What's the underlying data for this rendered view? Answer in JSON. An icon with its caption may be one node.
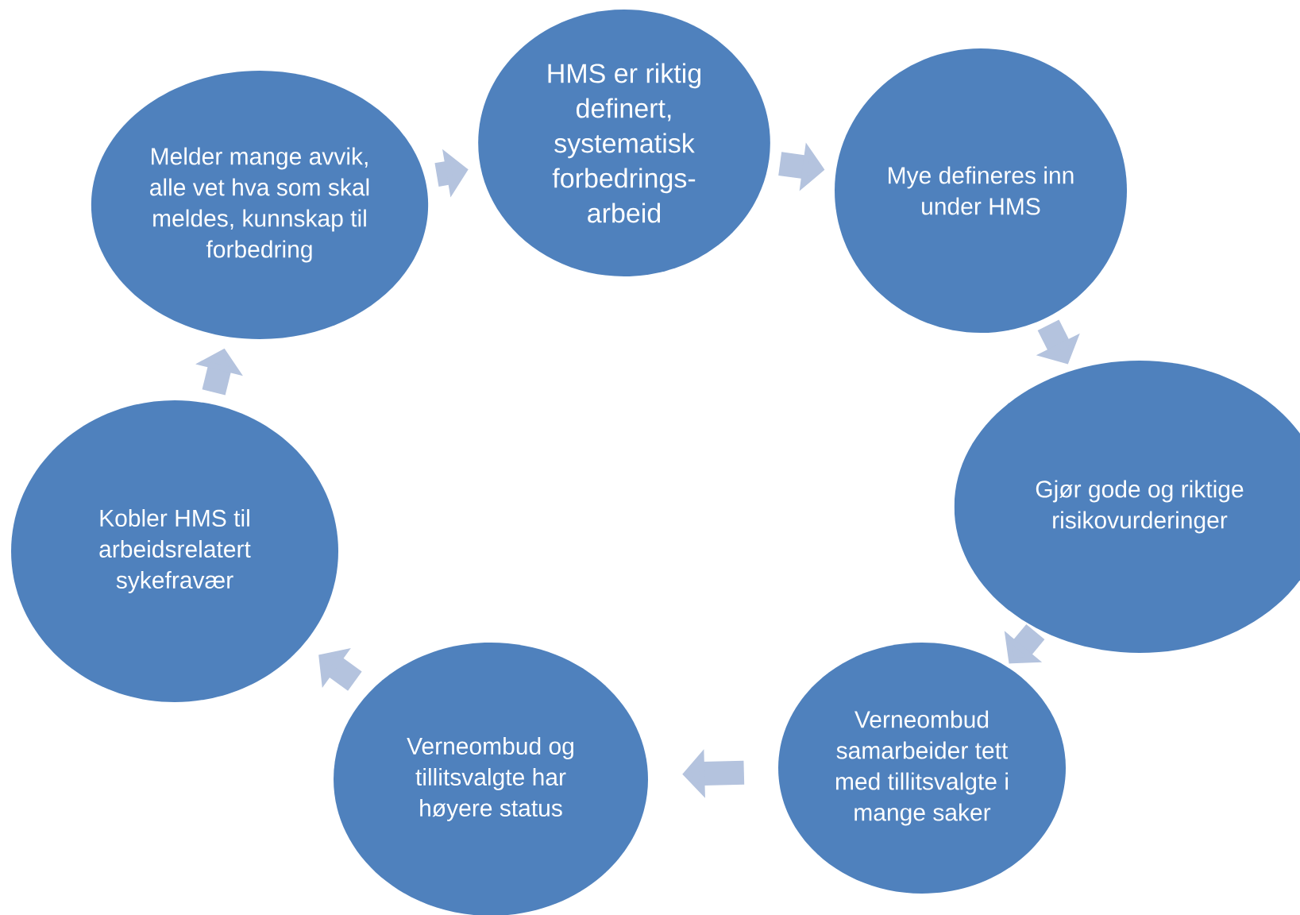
{
  "diagram": {
    "nodes": [
      {
        "text": [
          "Melder mange avvik, alle vet hva som skal meldes, kunnskap til forbedring"
        ]
      },
      {
        "text": [
          "HMS er riktig definert, systematisk forbedrings-arbeid"
        ]
      },
      {
        "text": [
          "Mye defineres inn under HMS"
        ]
      },
      {
        "text": [
          "Gjør gode og riktige risikovurderinger"
        ]
      },
      {
        "text": [
          "Verneombud samarbeider tett med tillitsvalgte i mange saker"
        ]
      },
      {
        "text": [
          "Verneombud og tillitsvalgte har høyere status"
        ]
      },
      {
        "text": [
          "Kobler HMS til arbeidsrelatert sykefravær"
        ]
      }
    ],
    "edges": [
      {
        "from": 0,
        "to": 1,
        "arrow": "to"
      },
      {
        "from": 1,
        "to": 2,
        "arrow": "to"
      },
      {
        "from": 2,
        "to": 3,
        "arrow": "to"
      },
      {
        "from": 3,
        "to": 4,
        "arrow": "to"
      },
      {
        "from": 4,
        "to": 5,
        "arrow": "to"
      },
      {
        "from": 5,
        "to": 6,
        "arrow": "to"
      },
      {
        "from": 6,
        "to": 0,
        "arrow": "to"
      }
    ]
  }
}
